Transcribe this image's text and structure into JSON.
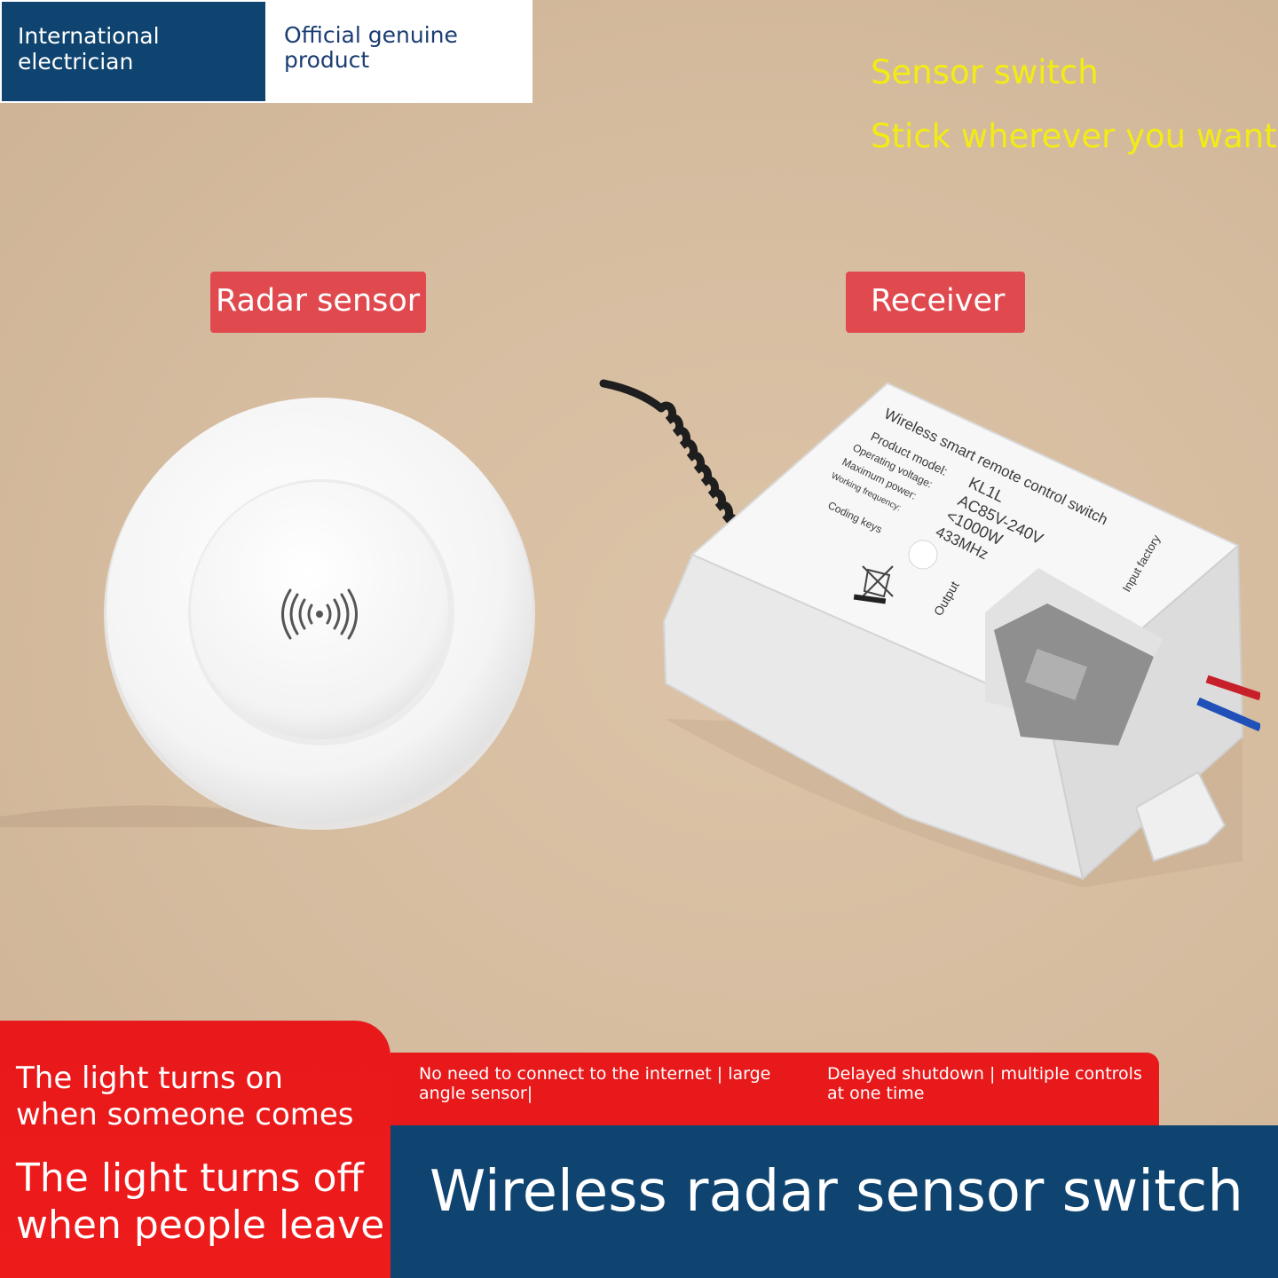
{
  "brand": {
    "left_text": "International electrician",
    "right_text": "Official genuine product"
  },
  "headline": {
    "line1": "Sensor switch",
    "line2": "Stick wherever you want"
  },
  "tags": {
    "radar": "Radar sensor",
    "receiver": "Receiver"
  },
  "receiver_label": {
    "title": "Wireless smart remote control switch",
    "model_label": "Product model:",
    "voltage_label": "Operating voltage:",
    "power_label": "Maximum power:",
    "freq_label": "Working frequency:",
    "coding_label": "Coding keys",
    "model": "KL1L",
    "voltage": "AC85V-240V",
    "power": "<1000W",
    "freq": "433MHz",
    "output": "Output",
    "input": "Input factory"
  },
  "bottom": {
    "left_line1": "The light turns on",
    "left_line2": "when someone comes",
    "left_line3": "The light turns off",
    "left_line4": "when people leave",
    "feature1": "No need to connect to the internet | large angle sensor|",
    "feature2": "Delayed shutdown | multiple controls at one time",
    "title": "Wireless radar sensor switch"
  },
  "colors": {
    "navy": "#0f4470",
    "red": "#e8191b",
    "tag_red": "#e04a4f",
    "yellow": "#f3ec14",
    "background": "#d8bfa3"
  },
  "icons": [
    "radar-waves-icon",
    "weee-bin-icon"
  ]
}
